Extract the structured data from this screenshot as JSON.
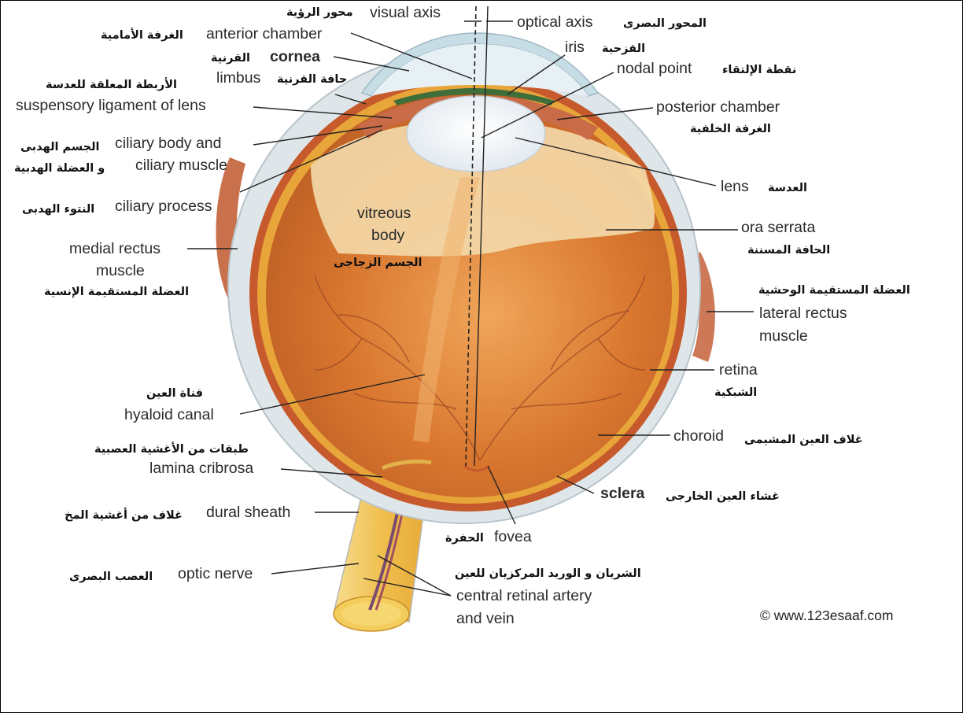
{
  "title_visual_axis_ar": "محور الرؤية",
  "copyright": "© www.123esaaf.com",
  "labels": {
    "visual_axis": "visual axis",
    "optical_axis": "optical axis",
    "optical_axis_ar": "المحور البصرى",
    "anterior_chamber": "anterior chamber",
    "anterior_chamber_ar": "الغرفة الأمامية",
    "cornea": "cornea",
    "cornea_ar": "القرنية",
    "iris": "iris",
    "iris_ar": "القزحية",
    "limbus": "limbus",
    "limbus_ar": "حافة القرنية",
    "nodal_point": "nodal point",
    "nodal_point_ar": "نقطة الإلتقاء",
    "suspensory_ar": "الأربطة المعلقة للعدسة",
    "suspensory": "suspensory ligament of lens",
    "posterior_chamber": "posterior chamber",
    "posterior_chamber_ar": "الغرفة الخلفية",
    "ciliary_body": "ciliary body and",
    "ciliary_body_ar": "الجسم الهدبى",
    "ciliary_muscle": "ciliary muscle",
    "ciliary_muscle_ar": "و العضلة الهدبية",
    "lens": "lens",
    "lens_ar": "العدسة",
    "ciliary_process": "ciliary process",
    "ciliary_process_ar": "النتوء الهدبى",
    "vitreous_1": "vitreous",
    "vitreous_2": "body",
    "vitreous_ar": "الجسم الزجاجى",
    "ora_serrata": "ora serrata",
    "ora_serrata_ar": "الحافة المسننة",
    "medial_rectus_1": "medial rectus",
    "medial_rectus_2": "muscle",
    "medial_rectus_ar": "العضلة المستقيمة الإنسية",
    "lateral_rectus_ar": "العضلة المستقيمة الوحشية",
    "lateral_rectus_1": "lateral rectus",
    "lateral_rectus_2": "muscle",
    "retina": "retina",
    "retina_ar": "الشبكية",
    "hyaloid_ar": "قناة العين",
    "hyaloid": "hyaloid canal",
    "choroid": "choroid",
    "choroid_ar": "غلاف العين المشيمى",
    "lamina_ar": "طبقات من الأغشية العصبية",
    "lamina": "lamina cribrosa",
    "sclera": "sclera",
    "sclera_ar": "غشاء العين الخارجى",
    "dural": "dural sheath",
    "dural_ar": "غلاف من أغشية المخ",
    "fovea": "fovea",
    "fovea_ar": "الحفرة",
    "optic_nerve": "optic nerve",
    "optic_nerve_ar": "العصب البصرى",
    "central_ar": "الشريان و الوريد المركزيان للعين",
    "central_1": "central retinal artery",
    "central_2": "and vein"
  },
  "colors": {
    "sclera": "#dfe6ea",
    "choroid": "#c65a2c",
    "retina": "#e8a53a",
    "vitreous": "#d77632",
    "vitreous_light": "#f3d8a8",
    "lens": "#f4f6f8",
    "cornea": "#c7dde6",
    "nerve": "#f2c45a",
    "muscle": "#c0582e"
  }
}
